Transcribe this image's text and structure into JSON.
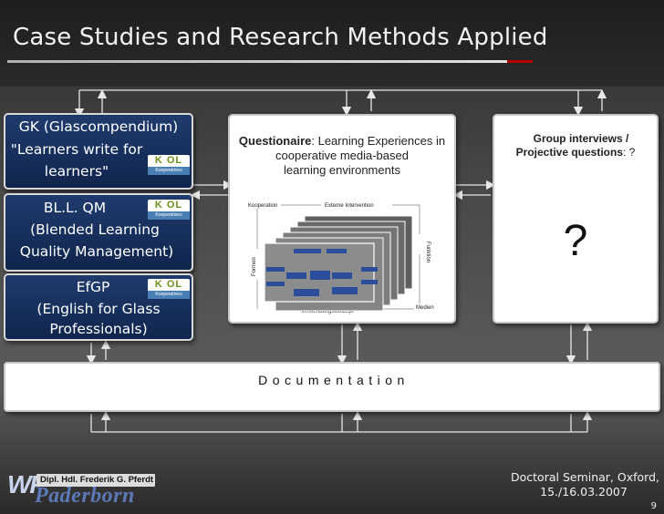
{
  "slide": {
    "title": "Case Studies and Research Methods Applied"
  },
  "left_boxes": [
    {
      "lines": [
        "GK (Glascompendium)",
        "\"Learners write for",
        "learners\""
      ]
    },
    {
      "lines": [
        "BL.L. QM",
        "(Blended Learning",
        "Quality Management)"
      ]
    },
    {
      "lines": [
        "EfGP",
        "(English for Glass",
        "Professionals)"
      ]
    }
  ],
  "kool_logo": {
    "word": "K OL",
    "sub": "Kooperatives Lernen"
  },
  "questionnaire": {
    "bold_lead": "Questionaire",
    "line1_rest": ": Learning Experiences in",
    "line2": "cooperative media-based",
    "line3": "learning environments"
  },
  "diagram": {
    "top_left": "Kooperation",
    "top_center": "Externe Intervention",
    "left_vertical": "Formen",
    "right_vertical": "Funktion",
    "bottom_center": "Verwendungskonzept",
    "bottom_right": "Medien"
  },
  "group": {
    "line1": "Group interviews /",
    "line2_bold": "Projective questions",
    "line2_rest": ": ?",
    "big": "?"
  },
  "documentation": {
    "label": "Documentation"
  },
  "footer": {
    "logo_mark": "WP",
    "logo_name": "Dipl. Hdl. Frederik G. Pferdt",
    "logo_city": "Paderborn",
    "event": "Doctoral Seminar, Oxford,",
    "date": "15./16.03.2007",
    "page": "9"
  },
  "colors": {
    "left_box_top": "#1f3b6d",
    "left_box_bottom": "#10254d",
    "title_accent": "#b30000",
    "kool_green": "#6b8f1b",
    "kool_blue": "#4a7fb5",
    "diagram_block": "#7a7a7a"
  },
  "icons": [
    "kool-logo",
    "wp-paderborn-logo",
    "arrow-up-icon",
    "arrow-down-icon"
  ]
}
